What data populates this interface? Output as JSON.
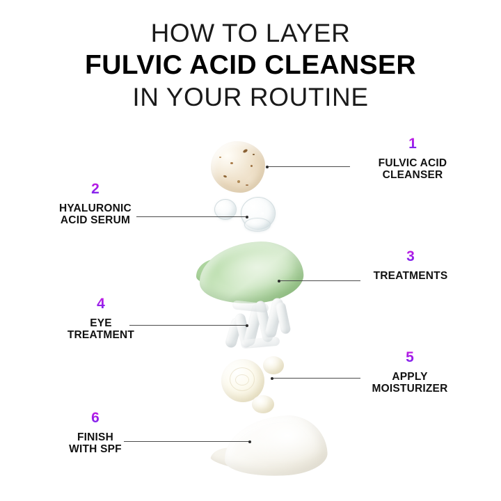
{
  "title": {
    "line1": "HOW TO LAYER",
    "line2": "FULVIC ACID CLEANSER",
    "line3": "IN YOUR ROUTINE"
  },
  "colors": {
    "background": "#ffffff",
    "number_gradient_start": "#c81ce0",
    "number_gradient_end": "#6b2ef0",
    "label_text": "#111111",
    "leader_line": "#4a4a4a",
    "swatch_cleanser": "#ead9bd",
    "swatch_serum": "#e4eced",
    "swatch_treatment": "#a8d39a",
    "swatch_eye": "#e2e7e8",
    "swatch_moisturizer": "#f6f1dc",
    "swatch_spf": "#f1eee4"
  },
  "steps": [
    {
      "number": "1",
      "label": "FULVIC ACID\nCLEANSER",
      "side": "right",
      "swatch": "scrub-blob-swatch"
    },
    {
      "number": "2",
      "label": "HYALURONIC\nACID SERUM",
      "side": "left",
      "swatch": "gel-droplets-swatch"
    },
    {
      "number": "3",
      "label": "TREATMENTS",
      "side": "right",
      "swatch": "green-cream-swatch"
    },
    {
      "number": "4",
      "label": "EYE\nTREATMENT",
      "side": "left",
      "swatch": "white-squiggle-swatch"
    },
    {
      "number": "5",
      "label": "APPLY\nMOISTURIZER",
      "side": "right",
      "swatch": "ivory-droplets-swatch"
    },
    {
      "number": "6",
      "label": "FINISH\nWITH SPF",
      "side": "left",
      "swatch": "spf-teardrop-swatch"
    }
  ]
}
